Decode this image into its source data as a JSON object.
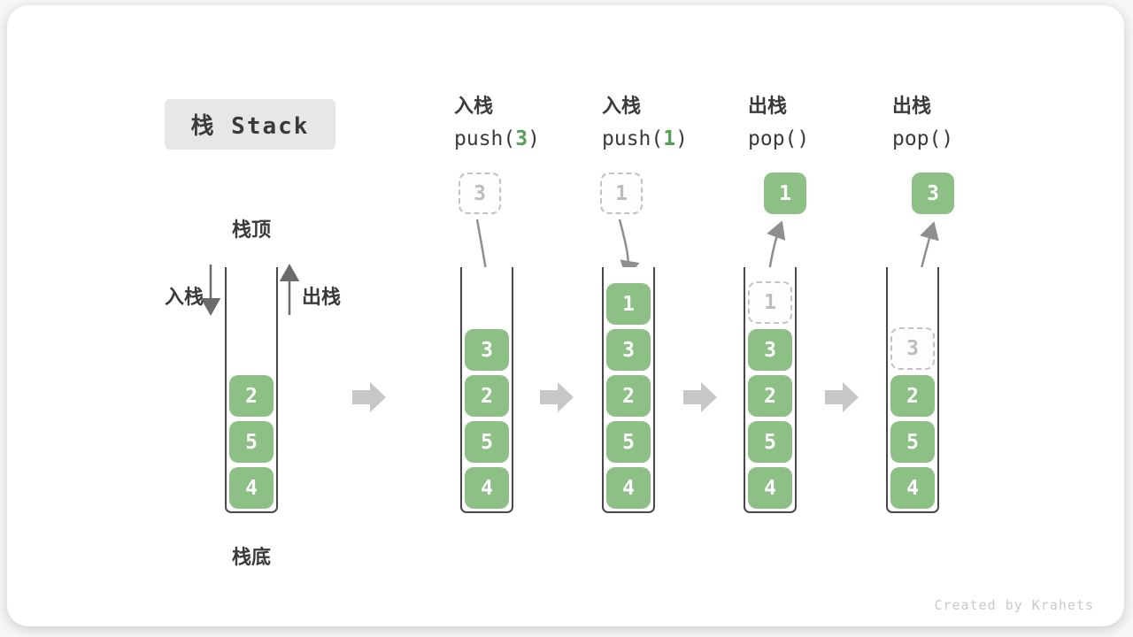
{
  "title": "栈 Stack",
  "watermark": "Created by Krahets",
  "colors": {
    "box_green": "#8CC084",
    "code_arg_green": "#55A055",
    "ghost_gray": "#BDBDBD",
    "curve_arrow_gray": "#8F8F8F",
    "block_arrow_gray": "#C7C7C7",
    "wall_dark": "#484848",
    "title_bg": "#E7E7E7"
  },
  "stack_labels": {
    "top": "栈顶",
    "bottom": "栈底",
    "push": "入栈",
    "pop": "出栈"
  },
  "steps": [
    {
      "name": "initial",
      "stack": [
        "2",
        "5",
        "4"
      ]
    },
    {
      "name": "push-3",
      "label": "入栈",
      "code_pre": "push(",
      "code_arg": "3",
      "code_post": ")",
      "floating": "3",
      "stack": [
        "3",
        "2",
        "5",
        "4"
      ]
    },
    {
      "name": "push-1",
      "label": "入栈",
      "code_pre": "push(",
      "code_arg": "1",
      "code_post": ")",
      "floating": "1",
      "stack": [
        "1",
        "3",
        "2",
        "5",
        "4"
      ]
    },
    {
      "name": "pop-1",
      "label": "出栈",
      "code_pre": "pop()",
      "code_arg": "",
      "code_post": "",
      "floating": "1",
      "ghost": "1",
      "stack": [
        "3",
        "2",
        "5",
        "4"
      ]
    },
    {
      "name": "pop-3",
      "label": "出栈",
      "code_pre": "pop()",
      "code_arg": "",
      "code_post": "",
      "floating": "3",
      "ghost": "3",
      "stack": [
        "2",
        "5",
        "4"
      ]
    }
  ]
}
